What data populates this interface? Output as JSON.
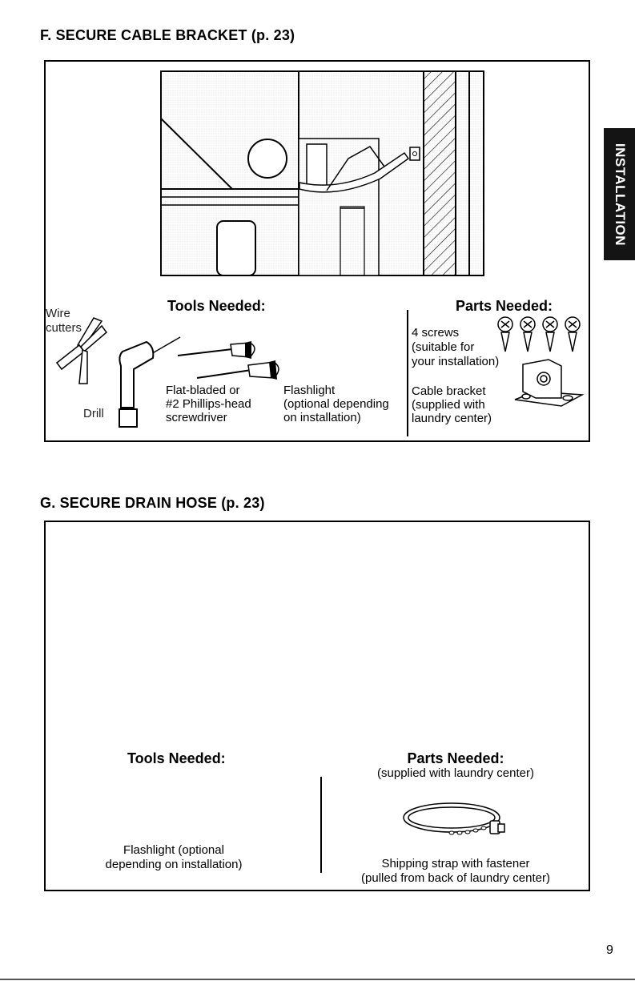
{
  "section_f": {
    "heading": "F. SECURE CABLE BRACKET (p. 23)",
    "tools_title": "Tools Needed:",
    "parts_title": "Parts Needed:",
    "tool_wire": "Wire",
    "tool_cutters": "cutters",
    "tool_drill": "Drill",
    "screwdriver_line1": "Flat-bladed or",
    "screwdriver_line2": "#2 Phillips-head",
    "screwdriver_line3": "screwdriver",
    "flashlight_line1": "Flashlight",
    "flashlight_line2": "(optional depending",
    "flashlight_line3": "on installation)",
    "screws_line1": "4 screws",
    "screws_line2": "(suitable for",
    "screws_line3": "your installation)",
    "bracket_line1": "Cable bracket",
    "bracket_line2": "(supplied with",
    "bracket_line3": "laundry center)"
  },
  "section_g": {
    "heading": "G. SECURE DRAIN HOSE (p. 23)",
    "tools_title": "Tools Needed:",
    "parts_title": "Parts Needed:",
    "parts_subtitle": "(supplied with laundry center)",
    "flashlight_line1": "Flashlight (optional",
    "flashlight_line2": "depending on installation)",
    "strap_line1": "Shipping strap with fastener",
    "strap_line2": "(pulled from back of laundry center)"
  },
  "side_tab": "INSTALLATION",
  "page_number": "9"
}
